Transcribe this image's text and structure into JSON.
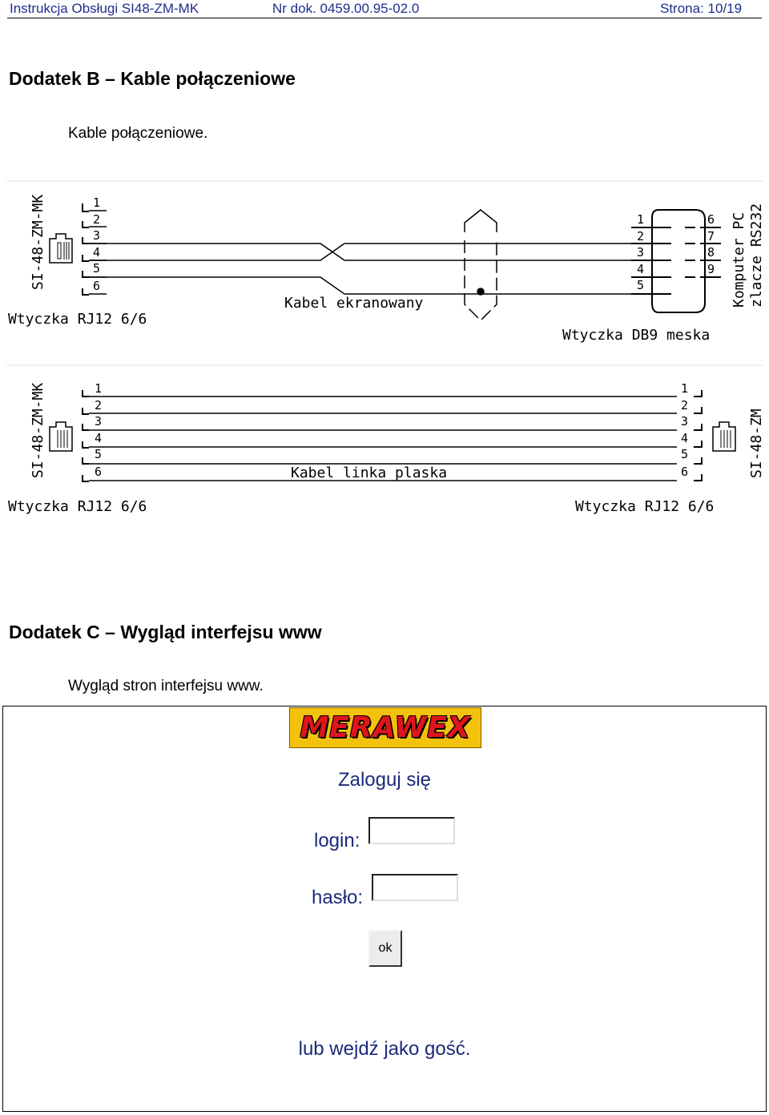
{
  "header": {
    "title": "Instrukcja Obsługi SI48-ZM-MK",
    "doc": "Nr dok. 0459.00.95-02.0",
    "page": "Strona: 10/19"
  },
  "appendix_b": {
    "heading": "Dodatek B – Kable połączeniowe",
    "caption": "Kable połączeniowe.",
    "diagram1": {
      "left_device": "SI-48-ZM-MK",
      "left_plug": "Wtyczka RJ12 6/6",
      "cable": "Kabel ekranowany",
      "right_plug": "Wtyczka DB9 meska",
      "right_device_1": "Komputer PC",
      "right_device_2": "zlacze RS232",
      "rj_pins": [
        "1",
        "2",
        "3",
        "4",
        "5",
        "6"
      ],
      "db9_left_pins": [
        "1",
        "2",
        "3",
        "4",
        "5"
      ],
      "db9_right_pins": [
        "6",
        "7",
        "8",
        "9"
      ]
    },
    "diagram2": {
      "left_device": "SI-48-ZM-MK",
      "left_plug": "Wtyczka RJ12 6/6",
      "cable": "Kabel linka plaska",
      "right_plug": "Wtyczka RJ12 6/6",
      "right_device": "SI-48-ZM",
      "pins": [
        "1",
        "2",
        "3",
        "4",
        "5",
        "6"
      ]
    }
  },
  "appendix_c": {
    "heading": "Dodatek C – Wygląd interfejsu www",
    "caption": "Wygląd stron interfejsu www."
  },
  "web_ui": {
    "logo_text": "MERAWEX",
    "title": "Zaloguj się",
    "login_label": "login:",
    "login_value": "",
    "password_label": "hasło:",
    "password_value": "",
    "ok_label": "ok",
    "guest_link": "lub wejdź jako gość.",
    "colors": {
      "text": "#1b2a7a",
      "logo_bg": "#f4c20d",
      "logo_text": "#e0151b"
    }
  }
}
